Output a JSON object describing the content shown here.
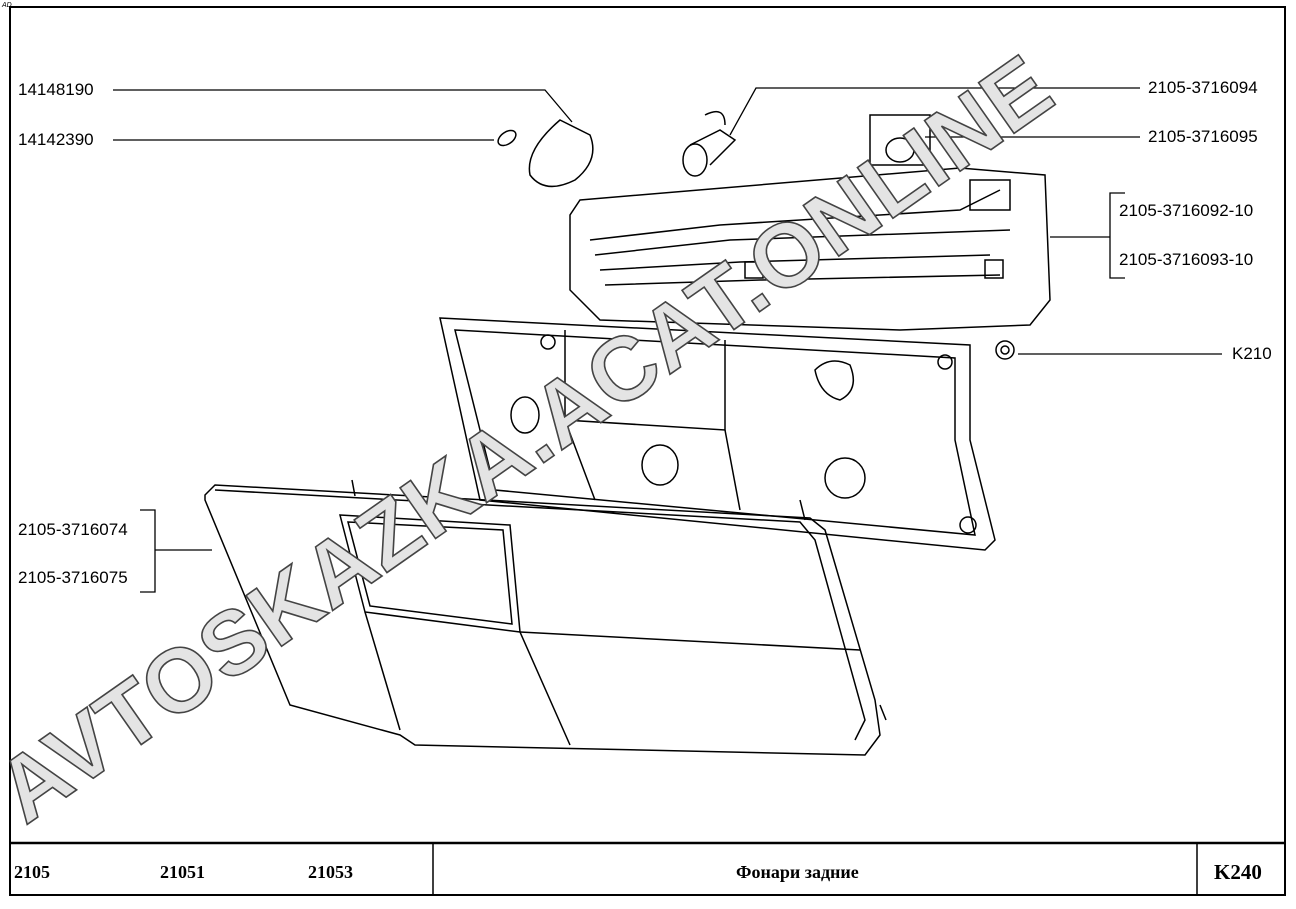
{
  "corner_mark": "AD",
  "callouts": {
    "bulb_small": "14148190",
    "bulb_wedge": "14142390",
    "socket": "2105-3716094",
    "socket_holder": "2105-3716095",
    "board_left": "2105-3716092-10",
    "board_right": "2105-3716093-10",
    "nut": "K210",
    "lens_left": "2105-3716074",
    "lens_right": "2105-3716075"
  },
  "footer": {
    "models": [
      "2105",
      "21051",
      "21053"
    ],
    "title": "Фонари задние",
    "code": "K240"
  },
  "watermark": "AVTOSKAZKA.ACAT.ONLINE"
}
